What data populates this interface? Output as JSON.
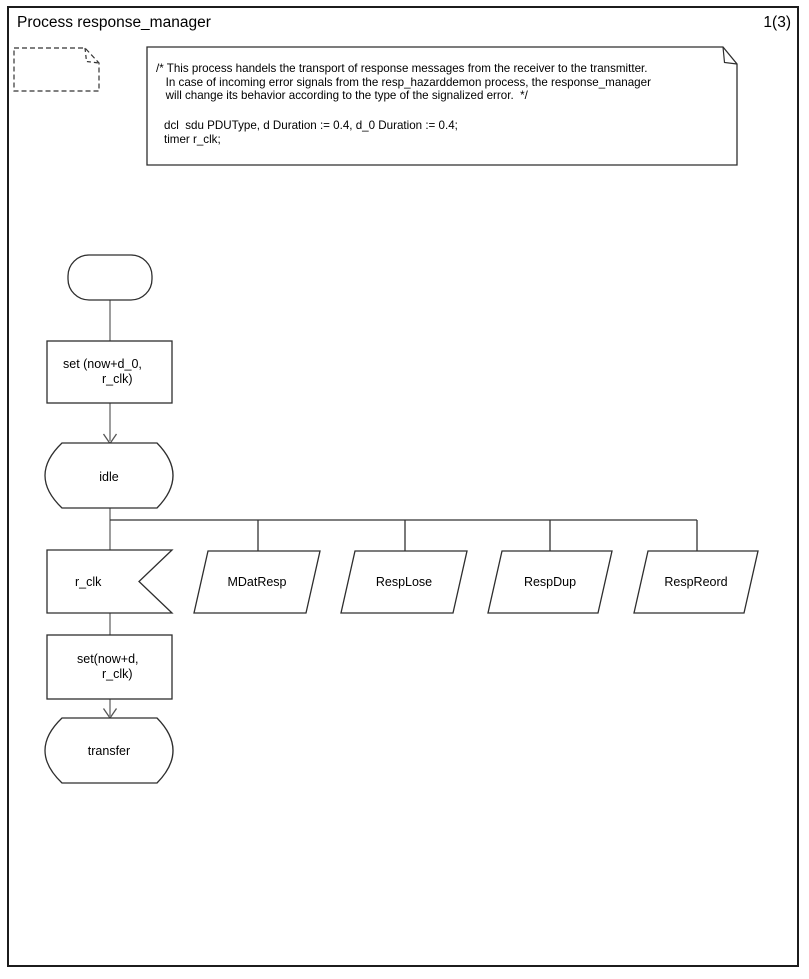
{
  "page": {
    "title": "Process response_manager",
    "page_number": "1(3)"
  },
  "note": {
    "comment": "/* This process handels the transport of response messages from the receiver to the transmitter.\n   In case of incoming error signals from the resp_hazarddemon process, the response_manager\n   will change its behavior according to the type of the signalized error.  */",
    "declarations": "dcl  sdu PDUType, d Duration := 0.4, d_0 Duration := 0.4;\ntimer r_clk;"
  },
  "diagram": {
    "task_set_initial": {
      "line1": "set (now+d_0,",
      "line2": "r_clk)"
    },
    "state_idle": {
      "label": "idle"
    },
    "input_timer": {
      "label": "r_clk"
    },
    "signals": [
      {
        "label": "MDatResp"
      },
      {
        "label": "RespLose"
      },
      {
        "label": "RespDup"
      },
      {
        "label": "RespReord"
      }
    ],
    "task_set_timer": {
      "line1": "set(now+d,",
      "line2": "r_clk)"
    },
    "state_transfer": {
      "label": "transfer"
    }
  },
  "colors": {
    "background": "#ffffff",
    "shape_stroke": "#2e2e2e",
    "connector": "#686868",
    "branch": "#333333",
    "text": "#000000"
  }
}
